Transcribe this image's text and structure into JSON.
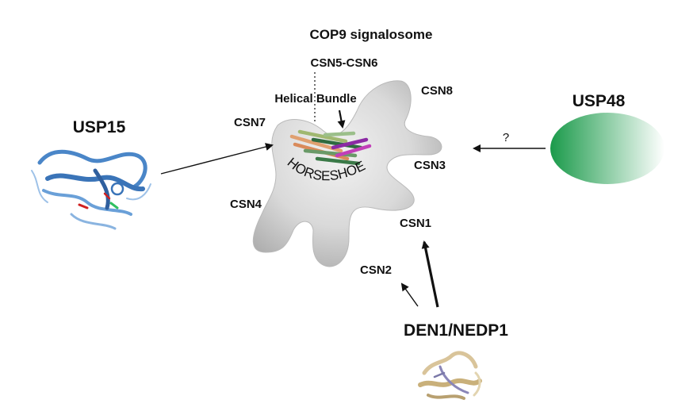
{
  "title": "COP9 signalosome",
  "complex_labels": {
    "csn5_csn6": "CSN5-CSN6",
    "helical_bundle": "Helical Bundle",
    "horseshoe": "HORSESHOE",
    "csn1": "CSN1",
    "csn2": "CSN2",
    "csn3": "CSN3",
    "csn4": "CSN4",
    "csn7": "CSN7",
    "csn8": "CSN8"
  },
  "interactors": {
    "usp15": "USP15",
    "usp48": "USP48",
    "usp48_link": "?",
    "den1": "DEN1/NEDP1"
  },
  "colors": {
    "complex_fill": "#d8d8d8",
    "usp48_gradient_start": "#1a9a4a",
    "usp48_gradient_end": "#ffffff",
    "usp15_ribbon": "#4a86c8",
    "den1_ribbon": "#d9c49a"
  }
}
